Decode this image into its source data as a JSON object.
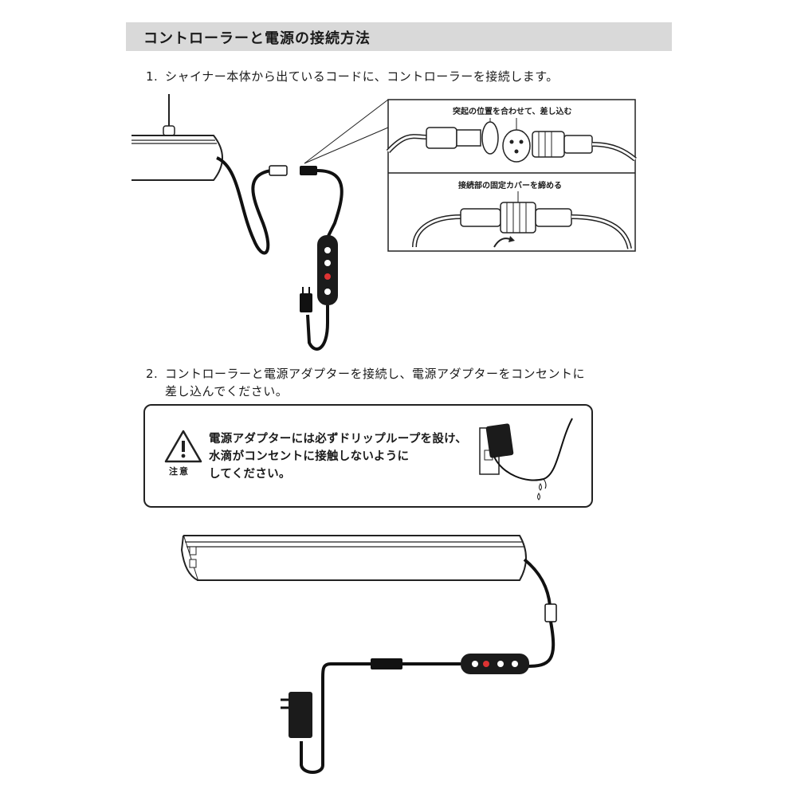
{
  "header": {
    "title": "コントローラーと電源の接続方法"
  },
  "steps": [
    {
      "number": "1.",
      "lines": [
        "シャイナー本体から出ているコードに、コントローラーを接続します。"
      ]
    },
    {
      "number": "2.",
      "lines": [
        "コントローラーと電源アダプターを接続し、電源アダプターをコンセントに",
        "差し込んでください。"
      ]
    }
  ],
  "callouts": {
    "top": "突起の位置を合わせて、差し込む",
    "bottom": "接続部の固定カバーを締める"
  },
  "caution": {
    "label": "注意",
    "lines": [
      "電源アダプターには必ずドリップループを設け、",
      "水滴がコンセントに接触しないように",
      "してください。"
    ]
  }
}
